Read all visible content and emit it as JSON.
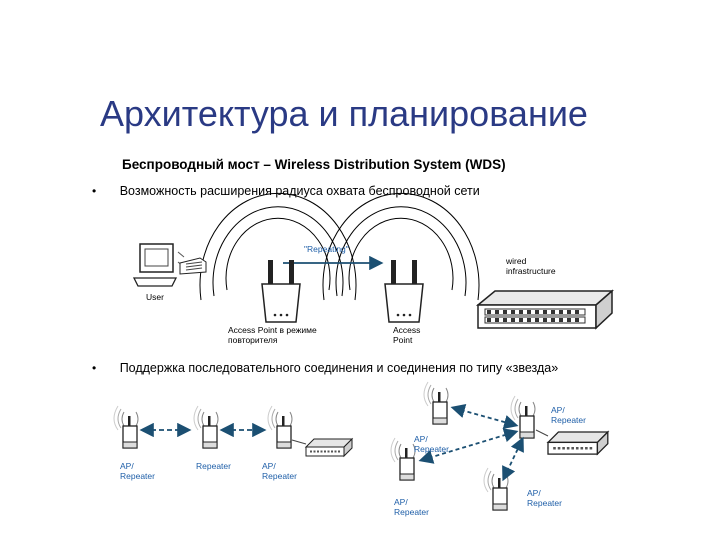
{
  "title": "Архитектура и планирование",
  "subtitle": "Беспроводный мост – Wireless Distribution System (WDS)",
  "bullets": [
    "Возможность расширения радиуса охвата беспроводной сети",
    "Поддержка последовательного соединения и соединения по типу «звезда»"
  ],
  "top_diagram": {
    "repeating_label": "\"Repeating\"",
    "user_label": "User",
    "ap_repeater_label": "Access Point в режиме\nповторителя",
    "ap_label": "Access\nPoint",
    "wired_label": "wired\ninfrastructure"
  },
  "chain_diagram": {
    "labels": [
      "AP/\nRepeater",
      "Repeater",
      "AP/\nRepeater"
    ]
  },
  "star_diagram": {
    "labels": [
      "AP/\nRepeater",
      "AP/\nRepeater",
      "AP/\nRepeater",
      "AP/\nRepeater"
    ]
  },
  "colors": {
    "title": "#2a3a84",
    "arrow": "#1b4f72",
    "label_blue": "#1f5fa8"
  },
  "icons": [
    "bullet-dot",
    "computer-icon",
    "access-point-icon",
    "switch-icon",
    "radio-waves-icon"
  ]
}
